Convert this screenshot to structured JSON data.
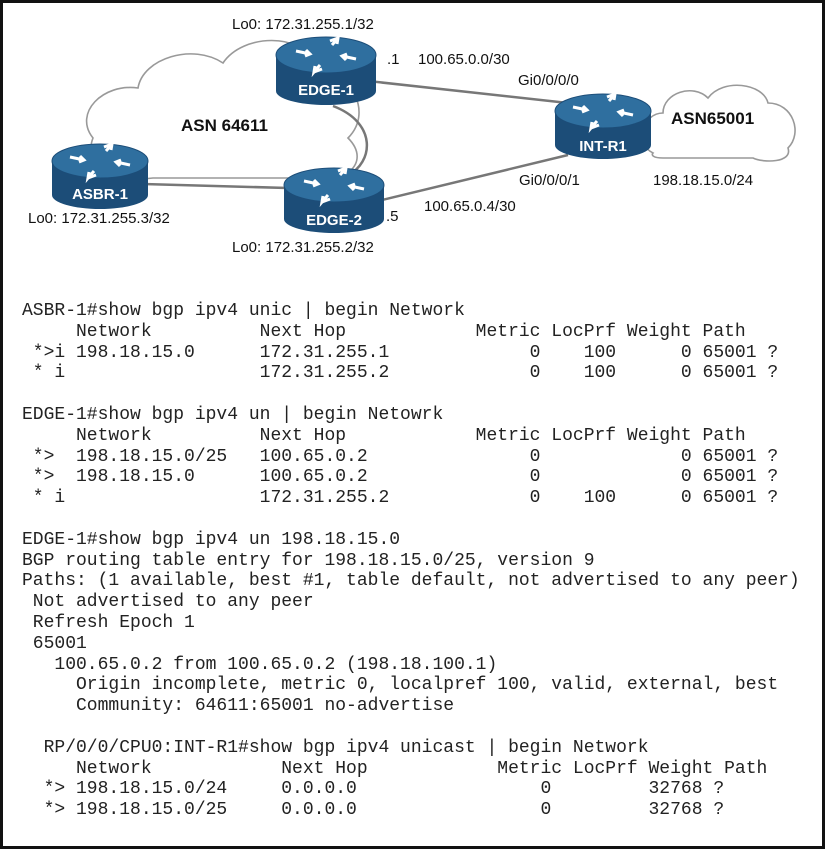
{
  "diagram": {
    "clouds": [
      {
        "label": "ASN 64611"
      },
      {
        "label": "ASN65001"
      }
    ],
    "routers": [
      {
        "name": "EDGE-1",
        "loopback": "Lo0: 172.31.255.1/32"
      },
      {
        "name": "EDGE-2",
        "loopback": "Lo0: 172.31.255.2/32"
      },
      {
        "name": "ASBR-1",
        "loopback": "Lo0: 172.31.255.3/32"
      },
      {
        "name": "INT-R1"
      }
    ],
    "links": [
      {
        "subnet": "100.65.0.0/30",
        "near_host": ".1",
        "far_interface": "Gi0/0/0/0"
      },
      {
        "subnet": "100.65.0.4/30",
        "near_host": ".5",
        "far_interface": "Gi0/0/0/1"
      }
    ],
    "external_prefix": "198.18.15.0/24",
    "color_router_top": "#2f6f9f",
    "color_router_body": "#1c4d78"
  },
  "cli": {
    "lines": [
      "ASBR-1#show bgp ipv4 unic | begin Network",
      "     Network          Next Hop            Metric LocPrf Weight Path",
      " *>i 198.18.15.0      172.31.255.1             0    100      0 65001 ?",
      " * i                  172.31.255.2             0    100      0 65001 ?",
      "",
      "EDGE-1#show bgp ipv4 un | begin Netowrk",
      "     Network          Next Hop            Metric LocPrf Weight Path",
      " *>  198.18.15.0/25   100.65.0.2               0             0 65001 ?",
      " *>  198.18.15.0      100.65.0.2               0             0 65001 ?",
      " * i                  172.31.255.2             0    100      0 65001 ?",
      "",
      "EDGE-1#show bgp ipv4 un 198.18.15.0",
      "BGP routing table entry for 198.18.15.0/25, version 9",
      "Paths: (1 available, best #1, table default, not advertised to any peer)",
      " Not advertised to any peer",
      " Refresh Epoch 1",
      " 65001",
      "   100.65.0.2 from 100.65.0.2 (198.18.100.1)",
      "     Origin incomplete, metric 0, localpref 100, valid, external, best",
      "     Community: 64611:65001 no-advertise",
      "",
      "  RP/0/0/CPU0:INT-R1#show bgp ipv4 unicast | begin Network",
      "     Network            Next Hop            Metric LocPrf Weight Path",
      "  *> 198.18.15.0/24     0.0.0.0                 0         32768 ?",
      "  *> 198.18.15.0/25     0.0.0.0                 0         32768 ?"
    ]
  }
}
